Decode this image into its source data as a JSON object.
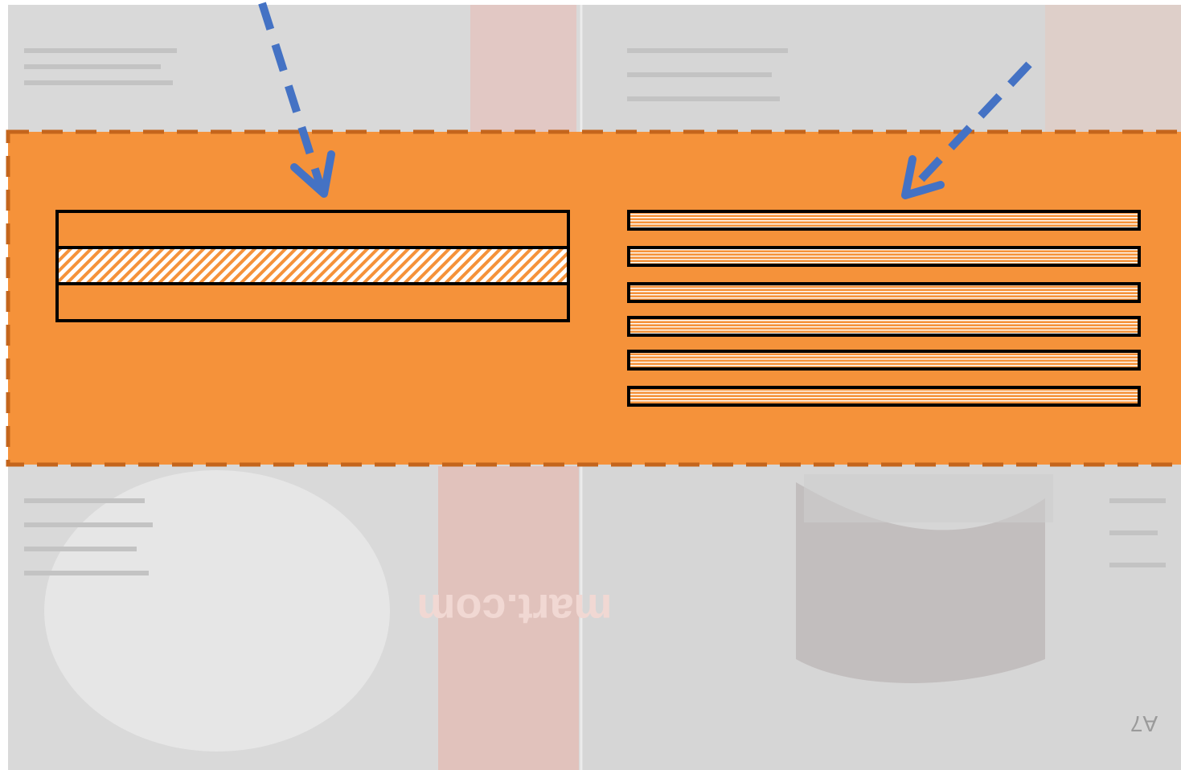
{
  "colors": {
    "orange_fill": "#f5923a",
    "orange_dash": "#c4651c",
    "arrow_blue": "#4472c4",
    "outline_black": "#000000",
    "photo_overlay": "#e0e0e0"
  },
  "background_photo": {
    "description_icon": "newspaper-collage-photo",
    "visible_text": {
      "left_panel_bottom": "mart.com",
      "right_panel_bottom": "A7"
    }
  },
  "left_stack": {
    "layers": [
      {
        "pattern": "solid"
      },
      {
        "pattern": "diagonal-hatch"
      },
      {
        "pattern": "solid"
      }
    ]
  },
  "right_stack": {
    "layers": [
      {
        "pattern": "horizontal-stripes"
      },
      {
        "pattern": "horizontal-stripes"
      },
      {
        "pattern": "horizontal-stripes"
      },
      {
        "pattern": "horizontal-stripes"
      },
      {
        "pattern": "horizontal-stripes"
      },
      {
        "pattern": "horizontal-stripes"
      }
    ]
  },
  "arrows": [
    {
      "icon": "dashed-arrow-down-icon"
    },
    {
      "icon": "dashed-arrow-down-left-icon"
    }
  ]
}
